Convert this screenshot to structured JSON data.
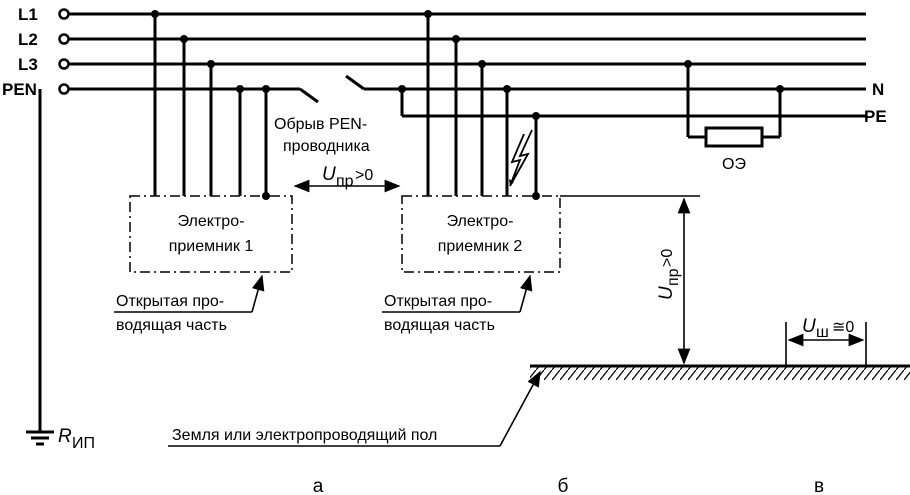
{
  "lines": {
    "l1": "L1",
    "l2": "L2",
    "l3": "L3",
    "pen": "PEN",
    "n": "N",
    "pe": "PE"
  },
  "annotations": {
    "pen_break_1": "Обрыв PEN-",
    "pen_break_2": "проводника",
    "u_pr_main": "U",
    "u_pr_sub": "пр",
    "u_pr_gt": ">0",
    "u_sh_main": "U",
    "u_sh_sub": "ш",
    "u_sh_approx": "≅0",
    "r_main": "R",
    "r_sub": "ИП",
    "oe": "ОЭ",
    "ground": "Земля или электропроводящий пол"
  },
  "receivers": [
    {
      "line1": "Электро-",
      "line2": "приемник 1"
    },
    {
      "line1": "Электро-",
      "line2": "приемник 2"
    }
  ],
  "open_parts": [
    {
      "line1": "Открытая про-",
      "line2": "водящая часть"
    },
    {
      "line1": "Открытая про-",
      "line2": "водящая часть"
    }
  ],
  "panels": {
    "a": "а",
    "b": "б",
    "c": "в"
  }
}
